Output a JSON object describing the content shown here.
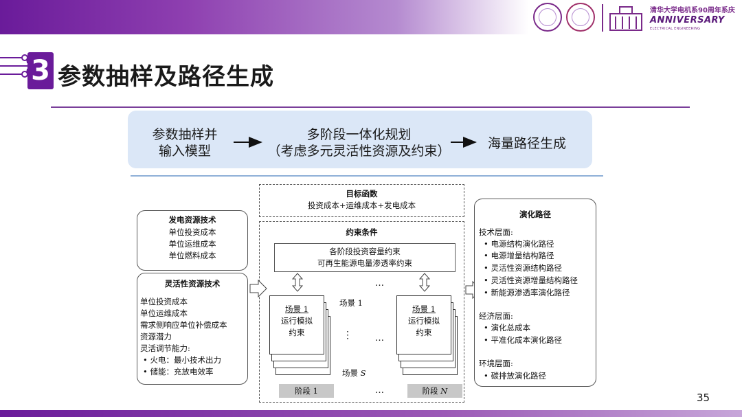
{
  "header": {
    "university": "清华大学电机系90周年系庆",
    "anniversary": "ANNIVERSARY",
    "anniversary_sub": "ELECTRICAL ENGINEERING"
  },
  "slide": {
    "section_number": "3",
    "title": "参数抽样及路径生成",
    "page_number": "35"
  },
  "process": {
    "step1_line1": "参数抽样并",
    "step1_line2": "输入模型",
    "step2_line1": "多阶段一体化规划",
    "step2_line2": "（考虑多元灵活性资源及约束）",
    "step3": "海量路径生成"
  },
  "gen_tech": {
    "title": "发电资源技术",
    "items": [
      "单位投资成本",
      "单位运维成本",
      "单位燃料成本"
    ]
  },
  "flex_tech": {
    "title": "灵活性资源技术",
    "items": [
      "单位投资成本",
      "单位运维成本",
      "需求侧响应单位补偿成本",
      "资源潜力",
      "灵活调节能力:"
    ],
    "bullets": [
      "火电：最小技术出力",
      "储能：充放电效率"
    ]
  },
  "objective": {
    "title": "目标函数",
    "formula": "投资成本+运维成本+发电成本"
  },
  "constraints": {
    "title": "约束条件",
    "line1": "各阶段投资容量约束",
    "line2": "可再生能源电量渗透率约束",
    "card_title": "场景 1",
    "card_line1": "运行模拟",
    "card_line2": "约束",
    "scenario_1": "场景 1",
    "scenario_s_prefix": "场景 ",
    "scenario_s_var": "S",
    "stage_1": "阶段 1",
    "stage_n_prefix": "阶段 ",
    "stage_n_var": "N",
    "ellipsis": "…",
    "vdots": "⋮"
  },
  "evolution": {
    "title": "演化路径",
    "tech_header": "技术层面:",
    "tech_items": [
      "电源结构演化路径",
      "电源增量结构路径",
      "灵活性资源结构路径",
      "灵活性资源增量结构路径",
      "新能源渗透率演化路径"
    ],
    "econ_header": "经济层面:",
    "econ_items": [
      "演化总成本",
      "平准化成本演化路径"
    ],
    "env_header": "环境层面:",
    "env_items": [
      "碳排放演化路径"
    ]
  },
  "colors": {
    "brand_purple": "#6a1b9a",
    "process_bg": "#dbe7f7",
    "stage_gray": "#c8c8c8"
  }
}
